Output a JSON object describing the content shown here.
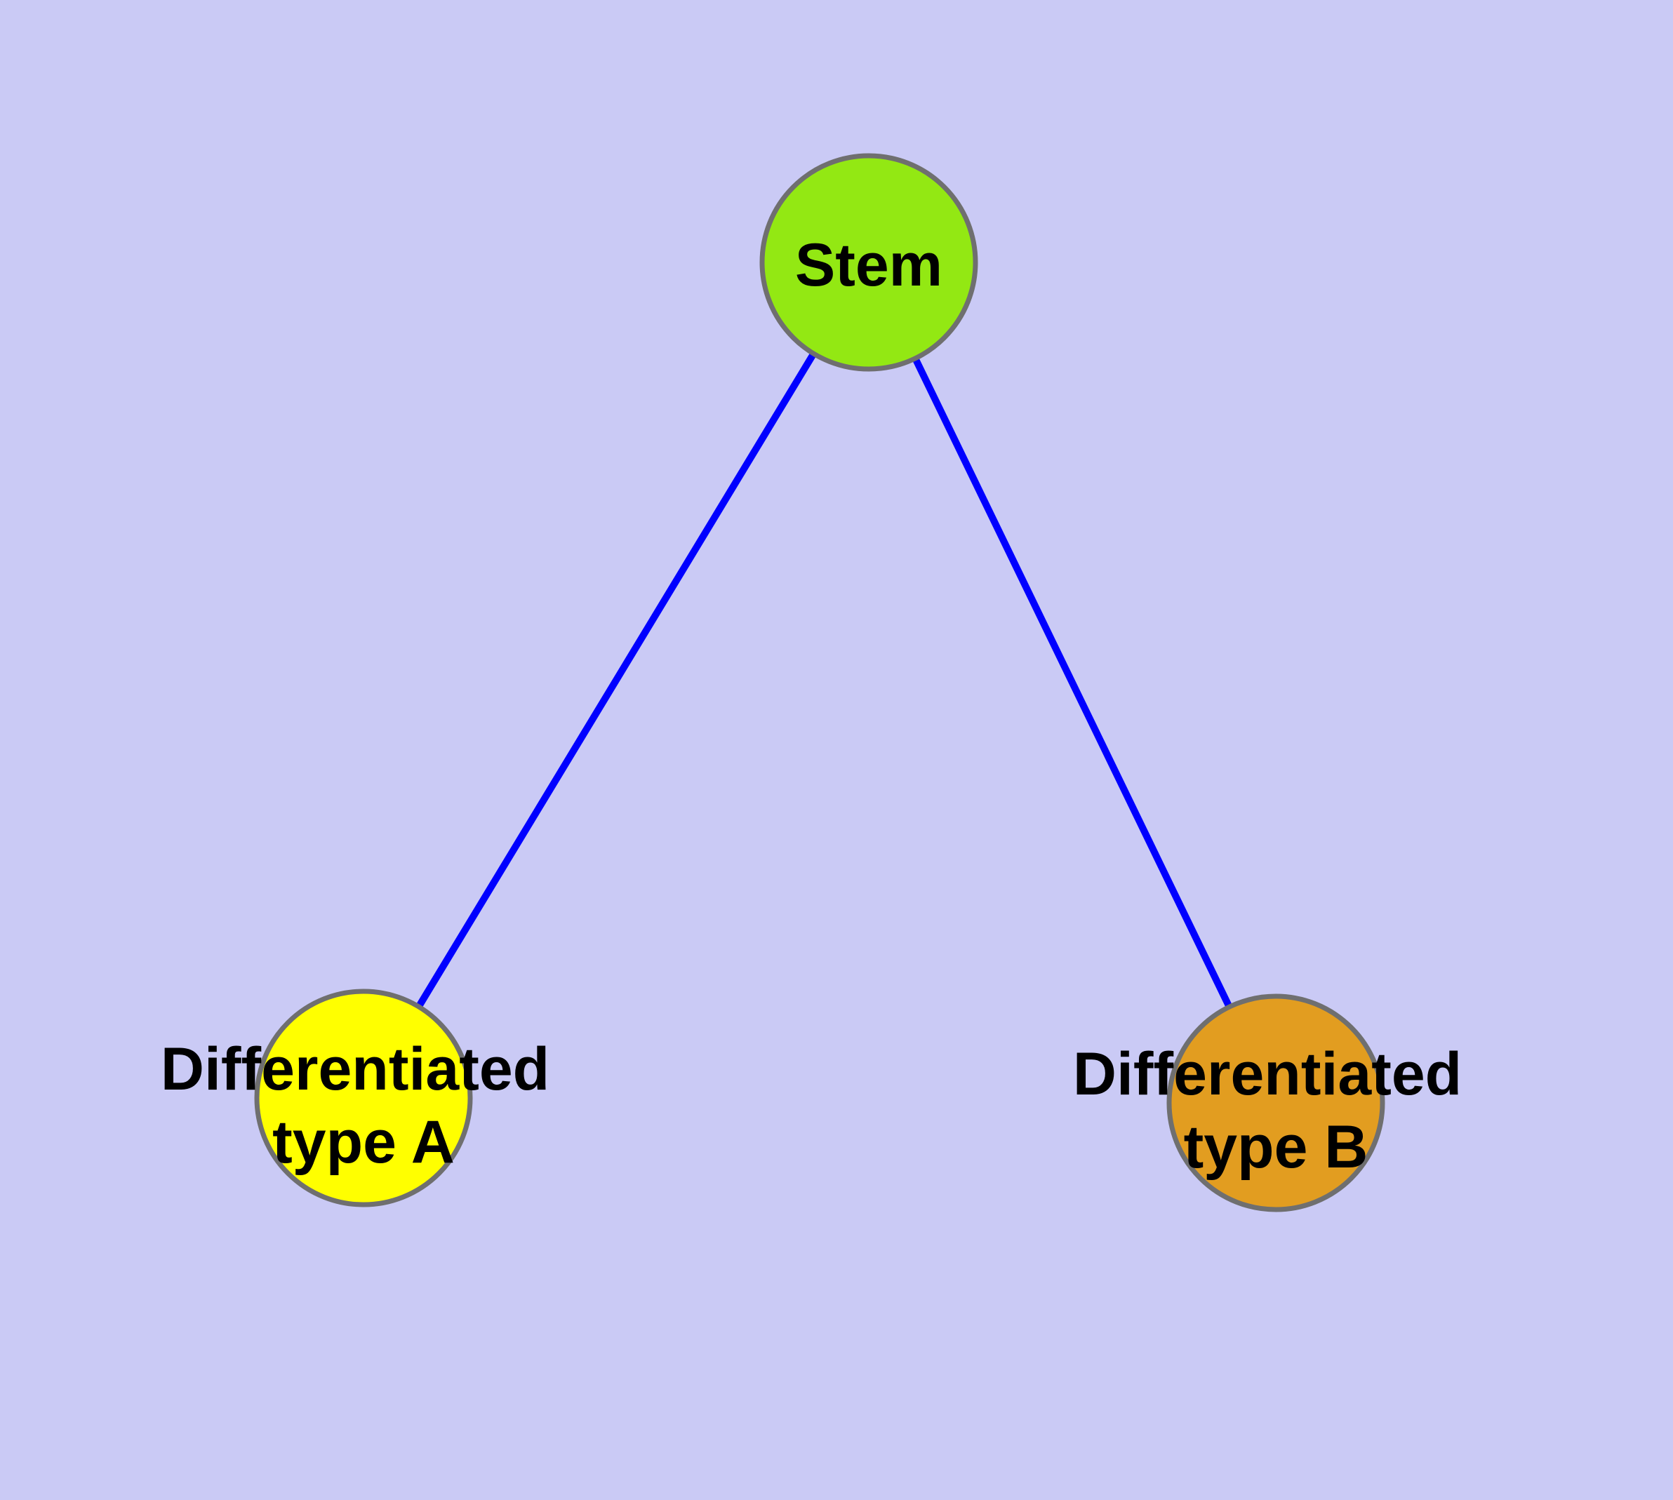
{
  "colors": {
    "background": "#CACAF5",
    "edge": "#0000FF",
    "node_border": "#6F6F6F",
    "label_text": "#000000"
  },
  "nodes": {
    "stem": {
      "label": "Stem",
      "fill": "#93E813"
    },
    "type_a": {
      "label_line1": "Differentiated",
      "label_line2": "type A",
      "fill": "#FFFF00"
    },
    "type_b": {
      "label_line1": "Differentiated",
      "label_line2": "type B",
      "fill": "#E29D20"
    }
  },
  "edges": [
    {
      "from": "Stem",
      "to": "Differentiated type A"
    },
    {
      "from": "Stem",
      "to": "Differentiated type B"
    }
  ]
}
